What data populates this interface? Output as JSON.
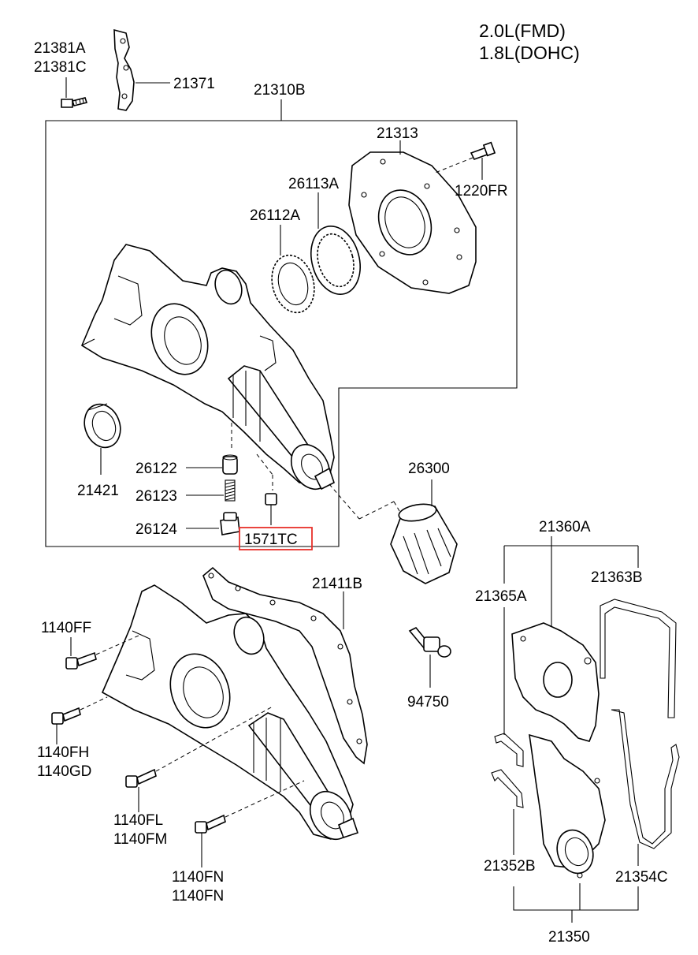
{
  "engine_variants": [
    "2.0L(FMD)",
    "1.8L(DOHC)"
  ],
  "highlight_color": "#e8302a",
  "labels": {
    "p21381A": "21381A",
    "p21381C": "21381C",
    "p21371": "21371",
    "p21310B": "21310B",
    "p21313": "21313",
    "p1220FR": "1220FR",
    "p26113A": "26113A",
    "p26112A": "26112A",
    "p21421": "21421",
    "p26122": "26122",
    "p26123": "26123",
    "p26124": "26124",
    "p1571TC": "1571TC",
    "p26300": "26300",
    "p21360A": "21360A",
    "p21363B": "21363B",
    "p21365A": "21365A",
    "p21411B": "21411B",
    "p1140FF": "1140FF",
    "p1140FH": "1140FH",
    "p1140GD": "1140GD",
    "p1140FL": "1140FL",
    "p1140FM": "1140FM",
    "p1140FN_1": "1140FN",
    "p1140FN_2": "1140FN",
    "p94750": "94750",
    "p21352B": "21352B",
    "p21354C": "21354C",
    "p21350": "21350"
  }
}
